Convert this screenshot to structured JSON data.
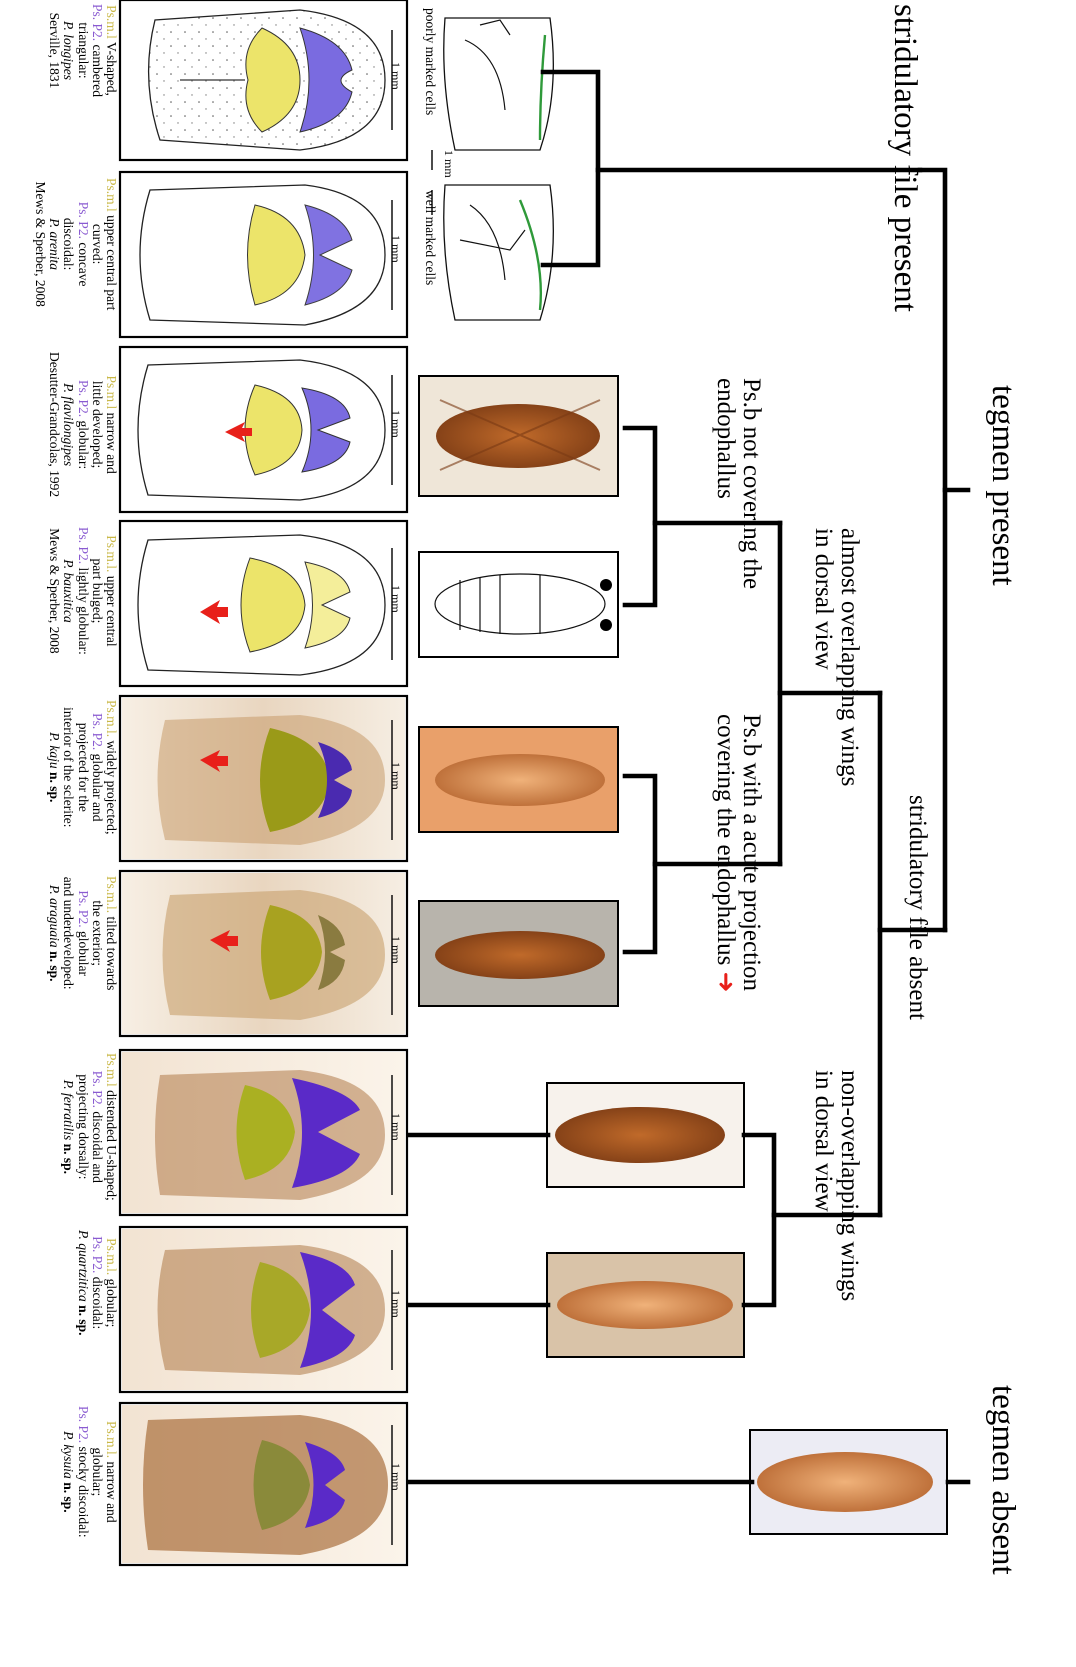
{
  "colors": {
    "genitalia_yellow": "#ece46a",
    "genitalia_purple": "#7a6be0",
    "scale_line": "#000000",
    "arrow_red": "#e8201a",
    "vein_green": "#2f9a3a",
    "photo_brown": "#a8602c"
  },
  "tree": {
    "tegmen_present": "tegmen present",
    "tegmen_absent": "tegmen absent",
    "file_present": "stridulatory file present",
    "file_absent": "stridulatory file absent",
    "almost_overlapping": [
      "almost overlapping wings",
      "in dorsal view"
    ],
    "non_overlapping": [
      "non-overlapping wings",
      "in dorsal view"
    ],
    "psb_not_covering": [
      "Ps.b not covering the",
      "endophallus"
    ],
    "psb_acute": [
      "Ps.b with a acute projection",
      "covering the endophallus"
    ],
    "arrow_symbol": "➜"
  },
  "tegmen_wings": {
    "poorly": "poorly marked cells",
    "well": "well marked cells",
    "scale": "1 mm"
  },
  "scale_label": "1 mm",
  "species": [
    {
      "lines": [
        {
          "parts": [
            {
              "t": "Ps.m.l",
              "c": "yel"
            },
            {
              "t": " V-shaped,",
              "c": ""
            }
          ]
        },
        {
          "parts": [
            {
              "t": "Ps. P2.",
              "c": "pur"
            },
            {
              "t": " cambered",
              "c": ""
            }
          ]
        },
        {
          "parts": [
            {
              "t": "triangular:",
              "c": ""
            }
          ]
        },
        {
          "parts": [
            {
              "t": "P. longipes",
              "c": "it"
            }
          ]
        },
        {
          "parts": [
            {
              "t": "Serville, 1831",
              "c": ""
            }
          ]
        }
      ]
    },
    {
      "lines": [
        {
          "parts": [
            {
              "t": "Ps.m.l",
              "c": "yel"
            },
            {
              "t": " upper central part",
              "c": ""
            }
          ]
        },
        {
          "parts": [
            {
              "t": "curved:",
              "c": ""
            }
          ]
        },
        {
          "parts": [
            {
              "t": "Ps. P2.",
              "c": "pur"
            },
            {
              "t": " concave",
              "c": ""
            }
          ]
        },
        {
          "parts": [
            {
              "t": "discoidal:",
              "c": ""
            }
          ]
        },
        {
          "parts": [
            {
              "t": "P. arenita",
              "c": "it"
            }
          ]
        },
        {
          "parts": [
            {
              "t": "Mews & Sperber, 2008",
              "c": ""
            }
          ]
        }
      ]
    },
    {
      "lines": [
        {
          "parts": [
            {
              "t": "Ps.m.l",
              "c": "yel"
            },
            {
              "t": " narrow and",
              "c": ""
            }
          ]
        },
        {
          "parts": [
            {
              "t": "little developed;",
              "c": ""
            }
          ]
        },
        {
          "parts": [
            {
              "t": "Ps. P2.",
              "c": "pur"
            },
            {
              "t": " globular:",
              "c": ""
            }
          ]
        },
        {
          "parts": [
            {
              "t": "P. flavilongipes",
              "c": "it"
            }
          ]
        },
        {
          "parts": [
            {
              "t": "Desutter-Grandcolas, 1992",
              "c": ""
            }
          ]
        }
      ]
    },
    {
      "lines": [
        {
          "parts": [
            {
              "t": "Ps.m.l.",
              "c": "yel"
            },
            {
              "t": " upper central",
              "c": ""
            }
          ]
        },
        {
          "parts": [
            {
              "t": "part bulged;",
              "c": ""
            }
          ]
        },
        {
          "parts": [
            {
              "t": "Ps. P2.",
              "c": "pur"
            },
            {
              "t": " lightly globular:",
              "c": ""
            }
          ]
        },
        {
          "parts": [
            {
              "t": "P. bauxitica",
              "c": "it"
            }
          ]
        },
        {
          "parts": [
            {
              "t": "Mews & Sperber, 2008",
              "c": ""
            }
          ]
        }
      ]
    },
    {
      "lines": [
        {
          "parts": [
            {
              "t": "Ps.m.l.",
              "c": "yel"
            },
            {
              "t": " widely projected;",
              "c": ""
            }
          ]
        },
        {
          "parts": [
            {
              "t": "Ps. P2.",
              "c": "pur"
            },
            {
              "t": " globular and",
              "c": ""
            }
          ]
        },
        {
          "parts": [
            {
              "t": "projected for the",
              "c": ""
            }
          ]
        },
        {
          "parts": [
            {
              "t": "interior of the sclerite:",
              "c": ""
            }
          ]
        },
        {
          "parts": [
            {
              "t": "P. kaju",
              "c": "it"
            },
            {
              "t": " n. sp.",
              "c": "b"
            }
          ]
        }
      ]
    },
    {
      "lines": [
        {
          "parts": [
            {
              "t": "Ps.m.l.",
              "c": "yel"
            },
            {
              "t": " tilted towards",
              "c": ""
            }
          ]
        },
        {
          "parts": [
            {
              "t": "the exterior;",
              "c": ""
            }
          ]
        },
        {
          "parts": [
            {
              "t": "Ps. P2.",
              "c": "pur"
            },
            {
              "t": " globular",
              "c": ""
            }
          ]
        },
        {
          "parts": [
            {
              "t": "and underdeveloped:",
              "c": ""
            }
          ]
        },
        {
          "parts": [
            {
              "t": "P. araguaia",
              "c": "it"
            },
            {
              "t": " n. sp.",
              "c": "b"
            }
          ]
        }
      ]
    },
    {
      "lines": [
        {
          "parts": [
            {
              "t": "Ps.m.l",
              "c": "yel"
            },
            {
              "t": " distended U-shaped;",
              "c": ""
            }
          ]
        },
        {
          "parts": [
            {
              "t": "Ps. P2.",
              "c": "pur"
            },
            {
              "t": " discoidal and",
              "c": ""
            }
          ]
        },
        {
          "parts": [
            {
              "t": "projecting dorsally:",
              "c": ""
            }
          ]
        },
        {
          "parts": [
            {
              "t": "P. ferratilis",
              "c": "it"
            },
            {
              "t": " n. sp.",
              "c": "b"
            }
          ]
        }
      ]
    },
    {
      "lines": [
        {
          "parts": [
            {
              "t": "Ps.m.l.",
              "c": "yel"
            },
            {
              "t": " globular;",
              "c": ""
            }
          ]
        },
        {
          "parts": [
            {
              "t": "Ps. P2.",
              "c": "pur"
            },
            {
              "t": " discoidal:",
              "c": ""
            }
          ]
        },
        {
          "parts": [
            {
              "t": "P. quartzitica",
              "c": "it"
            },
            {
              "t": " n. sp.",
              "c": "b"
            }
          ]
        }
      ]
    },
    {
      "lines": [
        {
          "parts": [
            {
              "t": "Ps.m.l.",
              "c": "yel"
            },
            {
              "t": " narrow and",
              "c": ""
            }
          ]
        },
        {
          "parts": [
            {
              "t": "globular;",
              "c": ""
            }
          ]
        },
        {
          "parts": [
            {
              "t": "Ps. P2.",
              "c": "pur"
            },
            {
              "t": " stocky discoidal:",
              "c": ""
            }
          ]
        },
        {
          "parts": [
            {
              "t": "P. kysuia",
              "c": "it"
            },
            {
              "t": " n. sp.",
              "c": "b"
            }
          ]
        }
      ]
    }
  ]
}
